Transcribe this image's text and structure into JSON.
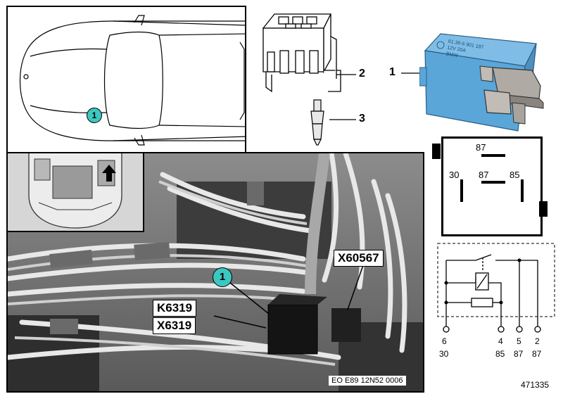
{
  "car_marker": "1",
  "parts": [
    {
      "number": "1"
    },
    {
      "number": "2"
    },
    {
      "number": "3"
    }
  ],
  "relay_label_lines": [
    "61.36-6 901 187",
    "12V 20A",
    "BMW"
  ],
  "relay_pins": {
    "top": "87",
    "center": "87",
    "left": "30",
    "right": "85"
  },
  "photo": {
    "marker": "1",
    "connector_tags": [
      "K6319",
      "X6319",
      "X60567"
    ],
    "caption": "EO E89 12N52 0006"
  },
  "schematic_terminals": [
    {
      "pin": "6",
      "terminal": "30"
    },
    {
      "pin": "4",
      "terminal": "85"
    },
    {
      "pin": "5",
      "terminal": "87"
    },
    {
      "pin": "2",
      "terminal": "87"
    }
  ],
  "figure_id": "471335",
  "colors": {
    "relay_blue": "#5aa6d8",
    "marker_teal": "#3cc7c0"
  }
}
